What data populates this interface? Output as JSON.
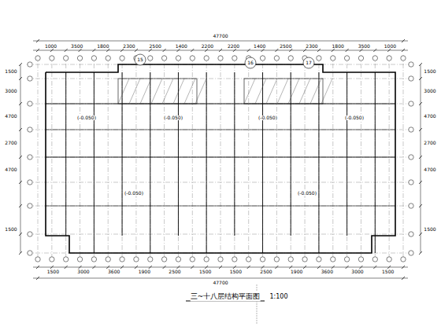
{
  "diagram": {
    "caption": "三~十八层结构平面图",
    "labels": [
      "1000",
      "3500",
      "1800",
      "2300",
      "2500",
      "1400",
      "2200",
      "2200",
      "1400",
      "2500",
      "2300",
      "1800",
      "3500",
      "1000",
      "47700",
      "1500",
      "3000",
      "3600",
      "1900",
      "2500",
      "1500",
      "1500",
      "2500",
      "1900",
      "3600",
      "3000",
      "1500",
      "47700",
      "1500",
      "3000",
      "4700",
      "2700",
      "4700",
      "1500",
      "1500",
      "3000",
      "4700",
      "2700",
      "4700",
      "1500",
      "15",
      "16",
      "17",
      "(-0.050)",
      "(-0.050)",
      "(-0.050)",
      "(-0.050)",
      "(-0.050)",
      "(-0.050)",
      "1:100"
    ]
  }
}
